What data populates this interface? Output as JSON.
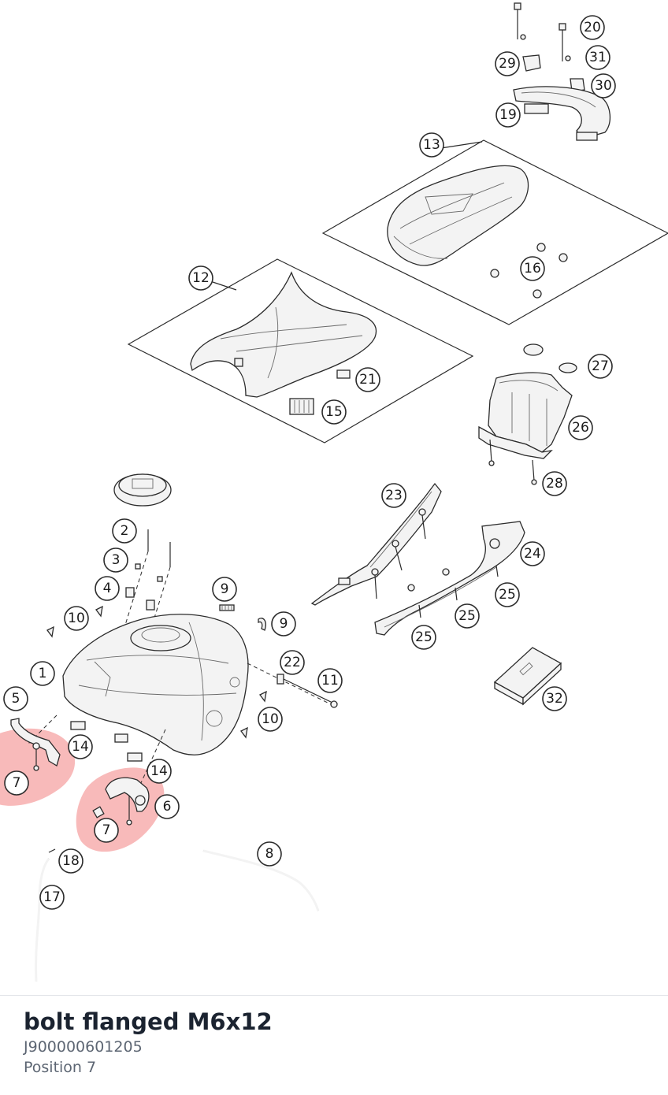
{
  "diagram": {
    "highlight_color": "#ee5a5a",
    "callouts": [
      "20",
      "29",
      "31",
      "30",
      "19",
      "13",
      "16",
      "12",
      "21",
      "15",
      "27",
      "26",
      "28",
      "2",
      "3",
      "4",
      "10",
      "9",
      "9",
      "23",
      "24",
      "25",
      "25",
      "25",
      "22",
      "11",
      "1",
      "5",
      "14",
      "14",
      "10",
      "7",
      "7",
      "6",
      "32",
      "8",
      "18",
      "17"
    ]
  },
  "part": {
    "name": "bolt flanged M6x12",
    "number": "J900000601205",
    "position": "Position 7"
  }
}
